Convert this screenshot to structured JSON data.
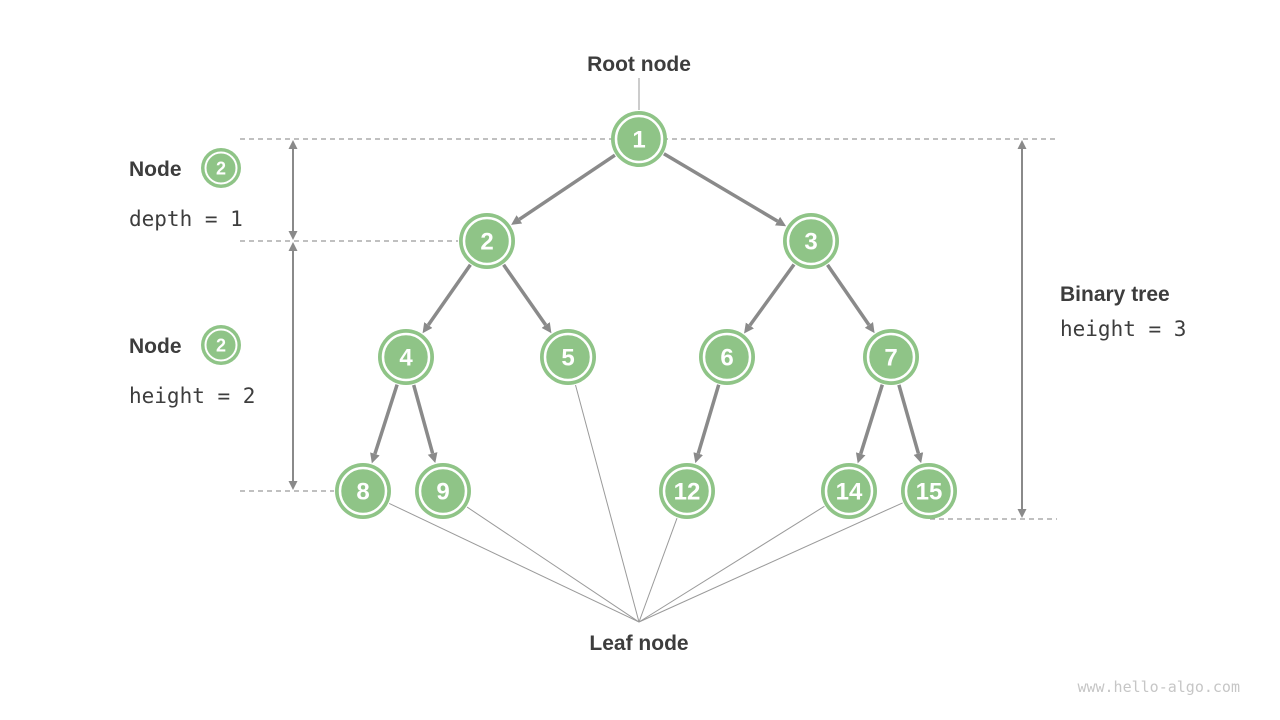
{
  "diagram": {
    "type": "binary-tree-terminology",
    "root_label": "Root node",
    "leaf_label": "Leaf node",
    "watermark": "www.hello-algo.com",
    "colors": {
      "node_fill": "#8FC487",
      "node_ring": "#FFFFFF",
      "node_text": "#FFFFFF",
      "edge": "#8A8A8A",
      "text": "#3D3D3D",
      "guide": "#9A9A9A",
      "watermark": "#C6C6C6"
    },
    "tree": {
      "nodes": [
        1,
        2,
        3,
        4,
        5,
        6,
        7,
        8,
        9,
        12,
        14,
        15
      ],
      "edges": [
        [
          1,
          2
        ],
        [
          1,
          3
        ],
        [
          2,
          4
        ],
        [
          2,
          5
        ],
        [
          3,
          6
        ],
        [
          3,
          7
        ],
        [
          4,
          8
        ],
        [
          4,
          9
        ],
        [
          6,
          12
        ],
        [
          7,
          14
        ],
        [
          7,
          15
        ]
      ],
      "leaf_pointers": [
        8,
        9,
        5,
        12,
        14,
        15
      ]
    },
    "annotations": {
      "node_depth": {
        "label": "Node",
        "badge": "2",
        "measure": "depth = 1"
      },
      "node_height": {
        "label": "Node",
        "badge": "2",
        "measure": "height = 2"
      },
      "tree_height": {
        "label": "Binary tree",
        "measure": "height = 3"
      }
    }
  }
}
